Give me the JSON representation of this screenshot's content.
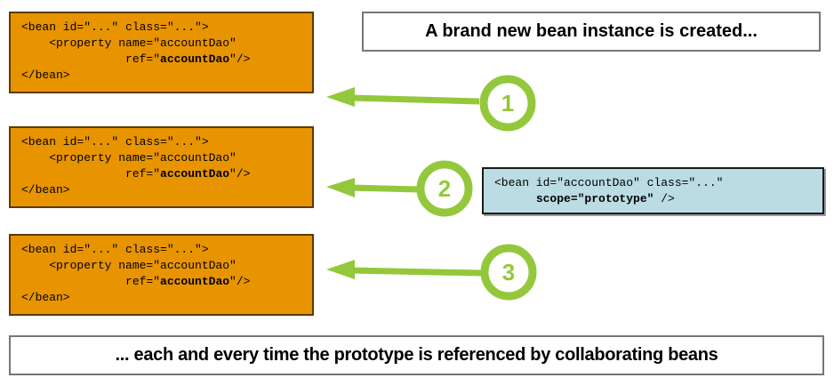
{
  "colors": {
    "orange_fill": "#E89400",
    "orange_border": "#5C3A00",
    "green": "#94C83C",
    "blue_fill": "#BADCE2",
    "blue_border": "#1A1A1A",
    "banner_border": "#767676"
  },
  "top_banner": {
    "text": "A brand new bean instance is created..."
  },
  "bottom_banner": {
    "text": "... each and every time the prototype is referenced by collaborating beans"
  },
  "bean_code": {
    "line1": "<bean id=\"...\" class=\"...\">",
    "line2": "    <property name=\"accountDao\"",
    "line3_prefix": "               ref=\"",
    "line3_bold": "accountDao",
    "line3_suffix": "\"/>",
    "line4": "</bean>"
  },
  "prototype_code": {
    "line1": "<bean id=\"accountDao\" class=\"...\"",
    "line2_prefix": "      ",
    "line2_bold": "scope=\"prototype\"",
    "line2_suffix": " />"
  },
  "steps": [
    {
      "label": "1"
    },
    {
      "label": "2"
    },
    {
      "label": "3"
    }
  ]
}
